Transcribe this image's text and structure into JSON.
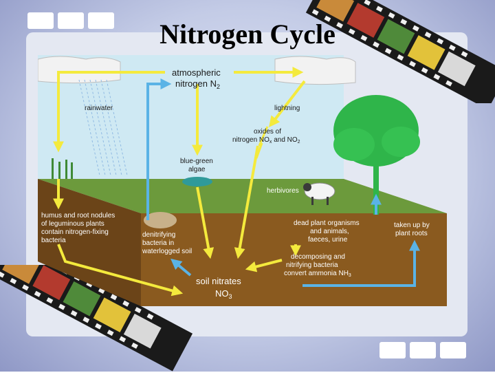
{
  "slide": {
    "title": "Nitrogen Cycle"
  },
  "colors": {
    "sky": "#cfe9f3",
    "grass": "#6c9a3c",
    "soil": "#8a5a1f",
    "arrow_yellow": "#f4ea3d",
    "arrow_blue": "#5ab3e6",
    "tree": "#2fb54a"
  },
  "diagram": {
    "atmospheric_line1": "atmospheric",
    "atmospheric_line2": "nitrogen N",
    "atmospheric_sub": "2",
    "rainwater": "rainwater",
    "lightning": "lightning",
    "oxides_line1": "oxides of",
    "oxides_line2": "nitrogen NO",
    "oxides_sub1": "x",
    "oxides_and": " and NO",
    "oxides_sub2": "2",
    "bluegreen_line1": "blue-green",
    "bluegreen_line2": "algae",
    "herbivores": "herbivores",
    "humus_line1": "humus and root nodules",
    "humus_line2": "of leguminous plants",
    "humus_line3": "contain nitrogen-fixing",
    "humus_line4": "bacteria",
    "denitrifying_line1": "denitrifying",
    "denitrifying_line2": "bacteria in",
    "denitrifying_line3": "waterlogged soil",
    "dead_line1": "dead plant organisms",
    "dead_line2": "and animals,",
    "dead_line3": "faeces, urine",
    "taken_line1": "taken up by",
    "taken_line2": "plant roots",
    "decomp_line1": "decomposing and",
    "decomp_line2": "nitrifying bacteria",
    "decomp_line3": "convert ammonia NH",
    "decomp_sub": "3",
    "soil_line1": "soil nitrates",
    "soil_line2": "NO",
    "soil_sub": "3"
  }
}
